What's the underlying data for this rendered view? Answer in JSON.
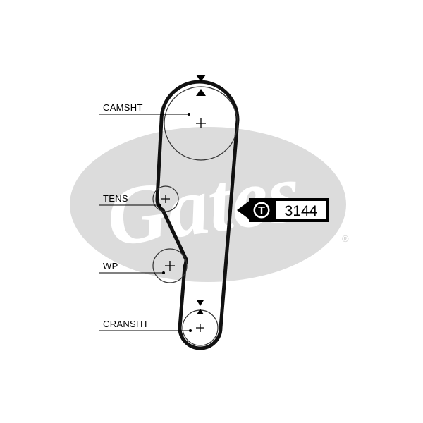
{
  "logo": {
    "text": "Gates",
    "registered_mark": "®",
    "background_color": "#dcdcdc"
  },
  "labels": {
    "camshaft": "CAMSHT",
    "tensioner": "TENS",
    "water_pump": "WP",
    "crankshaft": "CRANSHT"
  },
  "belt_code": {
    "tag_letter": "T",
    "code": "3144"
  },
  "colors": {
    "belt": "#111111",
    "pulley": "#222222",
    "logo": "#dcdcdc"
  }
}
